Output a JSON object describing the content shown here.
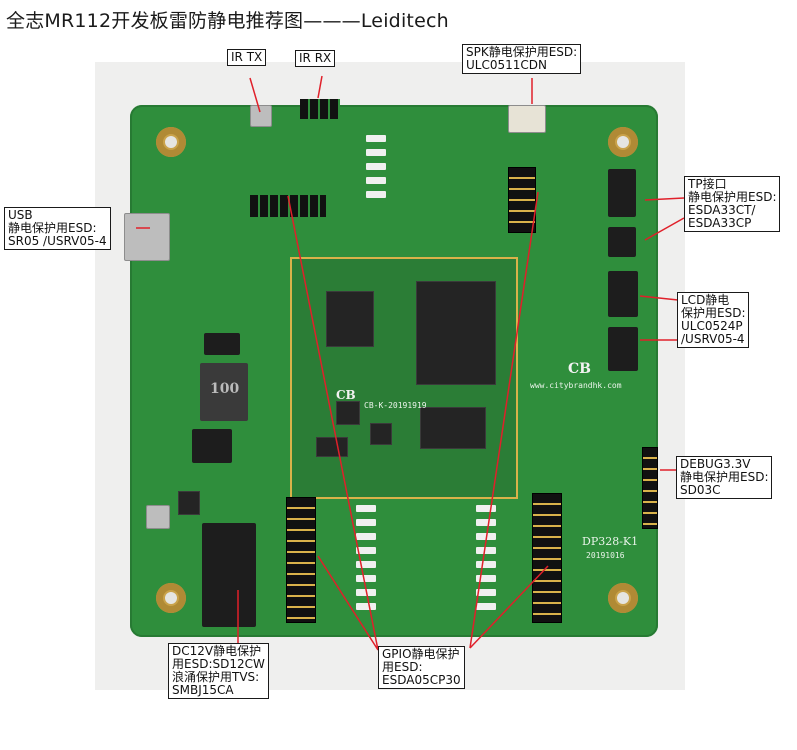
{
  "title": "全志MR112开发板雷防静电推荐图———Leiditech",
  "labels": {
    "ir_tx": "IR TX",
    "ir_rx": "IR RX",
    "spk": "SPK静电保护用ESD:\nULC0511CDN",
    "usb": "USB\n静电保护用ESD:\nSR05 /USRV05-4",
    "tp": "TP接口\n静电保护用ESD:\nESDA33CT/\nESDA33CP",
    "lcd": "LCD静电\n保护用ESD:\nULC0524P\n/USRV05-4",
    "debug": "DEBUG3.3V\n静电保护用ESD:\nSD03C",
    "dc12v": "DC12V静电保护\n用ESD:SD12CW\n浪涌保护用TVS:\nSMBJ15CA",
    "gpio": "GPIO静电保护\n用ESD:\nESDA05CP30"
  },
  "board_text": {
    "inductor": "100",
    "logo1": "CB",
    "logo2": "CB",
    "url": "www.citybrandhk.com",
    "model": "DP328-K1",
    "date": "20191016",
    "core_date": "CB-K-20191919"
  },
  "colors": {
    "pcb": "#2f8e3c",
    "red_line": "#e0202a"
  }
}
